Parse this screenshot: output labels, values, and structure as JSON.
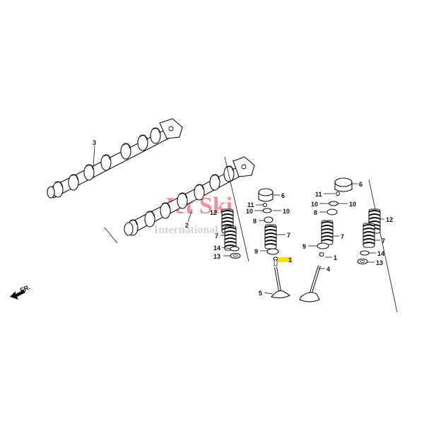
{
  "watermark": {
    "line1": "Jet Ski",
    "line2": "International"
  },
  "direction_label": "FR.",
  "highlight_color": "#f5e000",
  "watermark_color": "#e8354a",
  "callouts": [
    {
      "id": "c3",
      "text": "3"
    },
    {
      "id": "c2",
      "text": "2"
    },
    {
      "id": "c6a",
      "text": "6"
    },
    {
      "id": "c11a",
      "text": "11"
    },
    {
      "id": "c10a1",
      "text": "10"
    },
    {
      "id": "c10a2",
      "text": "10"
    },
    {
      "id": "c8a",
      "text": "8"
    },
    {
      "id": "c7a",
      "text": "7"
    },
    {
      "id": "c9a",
      "text": "9"
    },
    {
      "id": "c1a",
      "text": "1"
    },
    {
      "id": "c5",
      "text": "5"
    },
    {
      "id": "c12a",
      "text": "12"
    },
    {
      "id": "c7b",
      "text": "7"
    },
    {
      "id": "c14a",
      "text": "14"
    },
    {
      "id": "c13a",
      "text": "13"
    },
    {
      "id": "c6b",
      "text": "6"
    },
    {
      "id": "c11b",
      "text": "11"
    },
    {
      "id": "c10b1",
      "text": "10"
    },
    {
      "id": "c10b2",
      "text": "10"
    },
    {
      "id": "c8b",
      "text": "8"
    },
    {
      "id": "c7c",
      "text": "7"
    },
    {
      "id": "c9b",
      "text": "9"
    },
    {
      "id": "c1b",
      "text": "1"
    },
    {
      "id": "c4",
      "text": "4"
    },
    {
      "id": "c12b",
      "text": "12"
    },
    {
      "id": "c7d",
      "text": "7"
    },
    {
      "id": "c14b",
      "text": "14"
    },
    {
      "id": "c13b",
      "text": "13"
    }
  ]
}
